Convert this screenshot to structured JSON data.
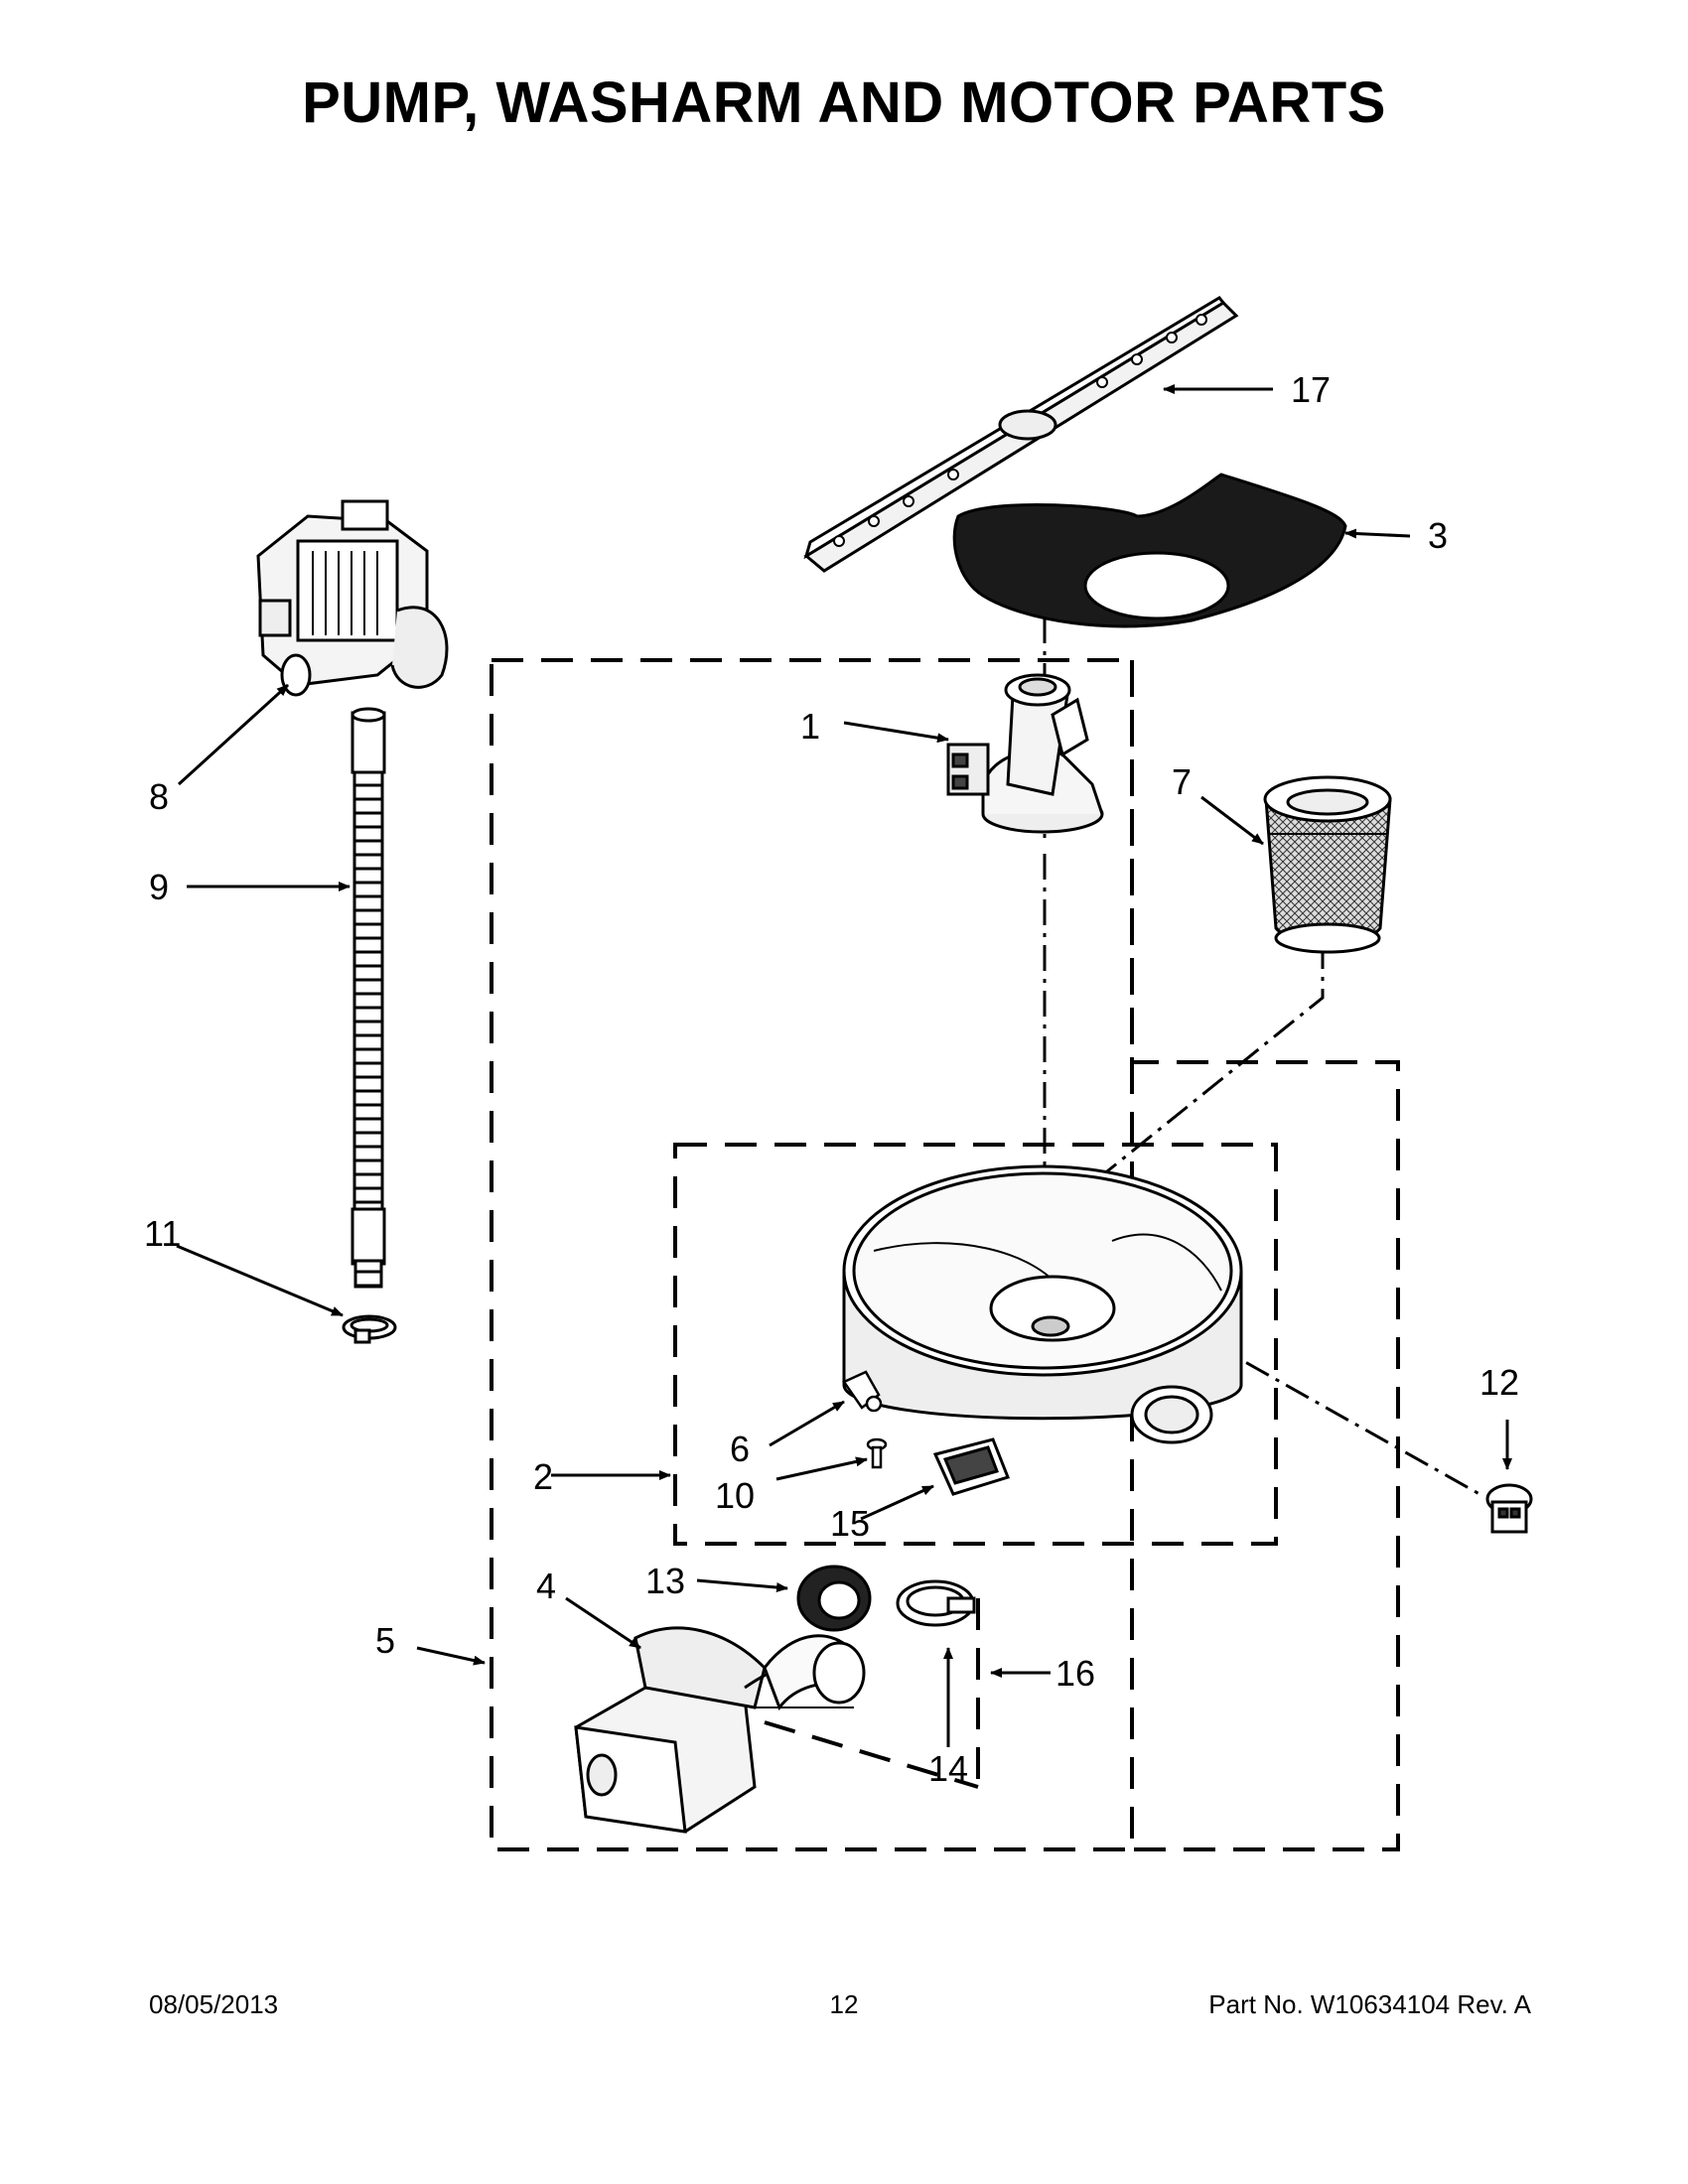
{
  "title": "PUMP, WASHARM AND MOTOR PARTS",
  "callouts": {
    "c1": "1",
    "c2": "2",
    "c3": "3",
    "c4": "4",
    "c5": "5",
    "c6": "6",
    "c7": "7",
    "c8": "8",
    "c9": "9",
    "c10": "10",
    "c11": "11",
    "c12": "12",
    "c13": "13",
    "c14": "14",
    "c15": "15",
    "c16": "16",
    "c17": "17"
  },
  "footer": {
    "date": "08/05/2013",
    "page": "12",
    "part_number": "Part No.  W10634104  Rev.  A"
  }
}
